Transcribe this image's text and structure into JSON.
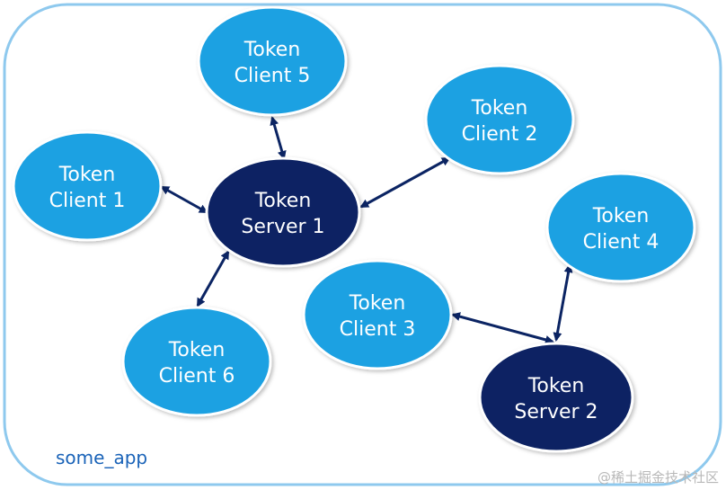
{
  "container": {
    "label": "some_app",
    "border_color": "#8ec9ee"
  },
  "colors": {
    "client_fill": "#1ba1e2",
    "server_fill": "#0b2463",
    "arrow": "#0b2463",
    "label_text": "#ffffff"
  },
  "nodes": {
    "client5": {
      "line1": "Token",
      "line2": "Client 5"
    },
    "client2": {
      "line1": "Token",
      "line2": "Client 2"
    },
    "client1": {
      "line1": "Token",
      "line2": "Client 1"
    },
    "server1": {
      "line1": "Token",
      "line2": "Server 1"
    },
    "client4": {
      "line1": "Token",
      "line2": "Client 4"
    },
    "client3": {
      "line1": "Token",
      "line2": "Client 3"
    },
    "client6": {
      "line1": "Token",
      "line2": "Client 6"
    },
    "server2": {
      "line1": "Token",
      "line2": "Server 2"
    }
  },
  "connections": [
    {
      "from": "server1",
      "to": "client5"
    },
    {
      "from": "server1",
      "to": "client2"
    },
    {
      "from": "server1",
      "to": "client1"
    },
    {
      "from": "server1",
      "to": "client6"
    },
    {
      "from": "server2",
      "to": "client3"
    },
    {
      "from": "server2",
      "to": "client4"
    }
  ],
  "watermark": "@稀土掘金技术社区"
}
